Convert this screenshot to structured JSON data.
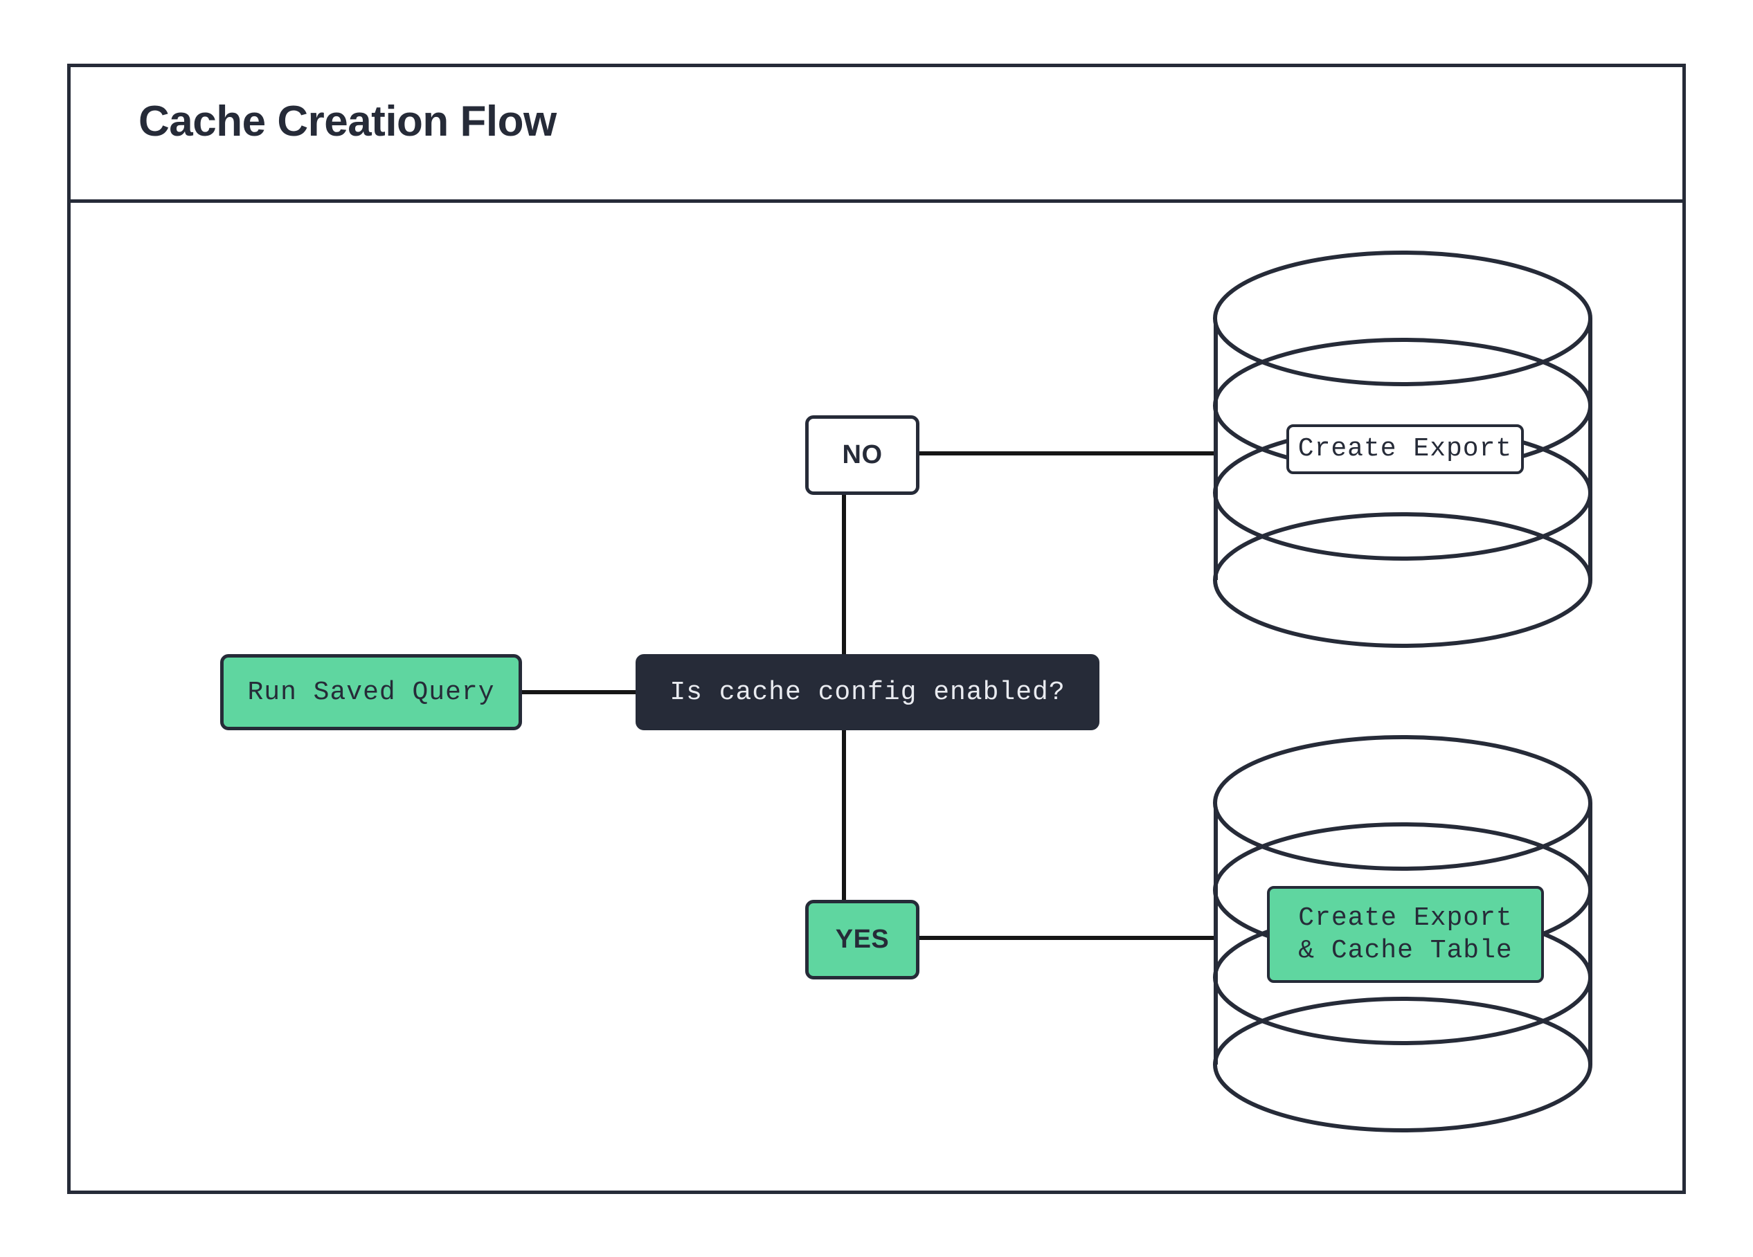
{
  "diagram": {
    "title": "Cache Creation Flow",
    "frame_border_color": "#262b38",
    "accent_green": "#5fd6a0",
    "dark": "#262b38",
    "background": "#ffffff"
  },
  "nodes": {
    "start": {
      "id": "run-saved-query",
      "label": "Run Saved Query",
      "shape": "rounded-rect",
      "fill": "#5fd6a0",
      "stroke": "#262b38"
    },
    "decision": {
      "id": "is-cache-config-enabled",
      "label": "Is cache config enabled?",
      "shape": "rounded-rect",
      "fill": "#262b38",
      "stroke": "#262b38",
      "text_color": "#e9ebf0"
    },
    "branch_no": {
      "id": "branch-no",
      "label": "NO",
      "shape": "rounded-rect",
      "fill": "#ffffff",
      "stroke": "#262b38"
    },
    "branch_yes": {
      "id": "branch-yes",
      "label": "YES",
      "shape": "rounded-rect",
      "fill": "#5fd6a0",
      "stroke": "#262b38"
    },
    "db_top": {
      "id": "create-export-db",
      "label": "Create Export",
      "shape": "database-cylinder",
      "label_fill": "#ffffff",
      "stroke": "#262b38"
    },
    "db_bottom": {
      "id": "create-export-and-cache-table-db",
      "label_line1": "Create Export",
      "label_line2": "& Cache Table",
      "shape": "database-cylinder",
      "label_fill": "#5fd6a0",
      "stroke": "#262b38"
    }
  },
  "edges": [
    {
      "from": "run-saved-query",
      "to": "is-cache-config-enabled",
      "label": ""
    },
    {
      "from": "is-cache-config-enabled",
      "to": "branch-no",
      "label": ""
    },
    {
      "from": "branch-no",
      "to": "create-export-db",
      "label": ""
    },
    {
      "from": "is-cache-config-enabled",
      "to": "branch-yes",
      "label": ""
    },
    {
      "from": "branch-yes",
      "to": "create-export-and-cache-table-db",
      "label": ""
    }
  ]
}
